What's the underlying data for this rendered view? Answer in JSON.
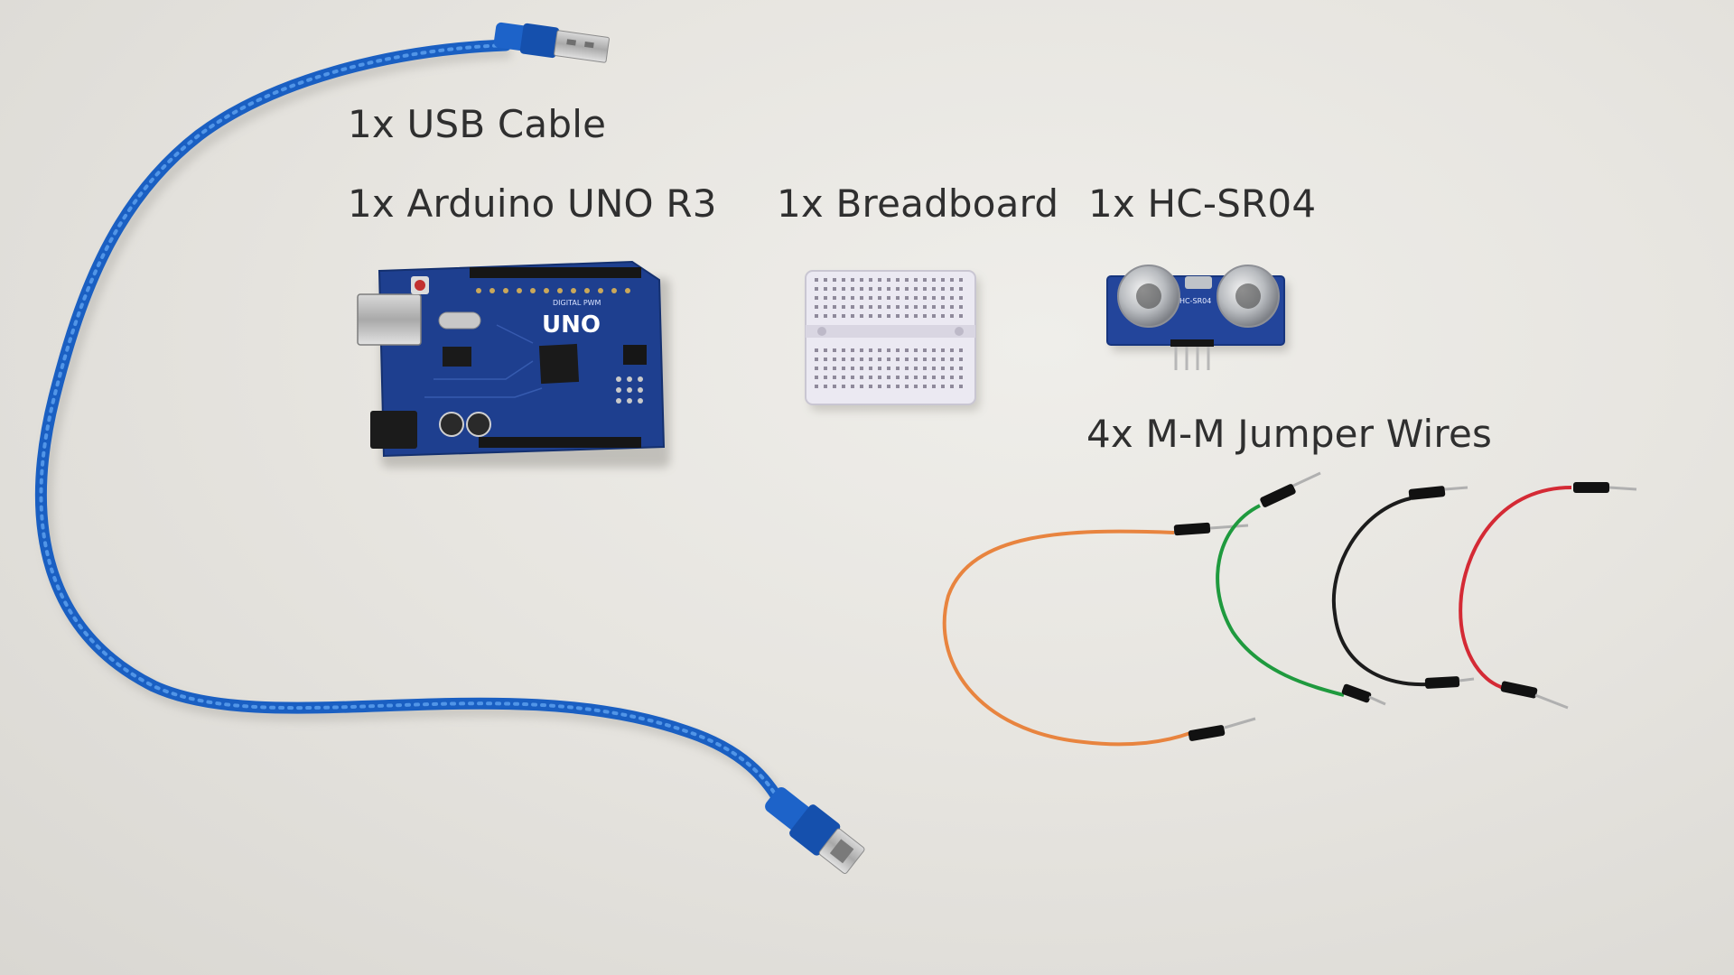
{
  "labels": {
    "usb_cable": "1x USB Cable",
    "arduino": "1x Arduino UNO R3",
    "breadboard": "1x Breadboard",
    "sensor": "1x HC-SR04",
    "jumper_wires": "4x M-M Jumper Wires"
  },
  "board_text": {
    "uno": "UNO",
    "digital": "DIGITAL PWM",
    "sensor_model": "HC-SR04"
  },
  "colors": {
    "background": "#e6e4df",
    "usb_cable": "#1f6fd6",
    "arduino_pcb": "#1e3f8f",
    "breadboard": "#ebe9f2",
    "sensor_pcb": "#23459b",
    "wire_orange": "#e8843f",
    "wire_green": "#1f9a3e",
    "wire_black": "#1c1c1c",
    "wire_red": "#d42a35"
  }
}
